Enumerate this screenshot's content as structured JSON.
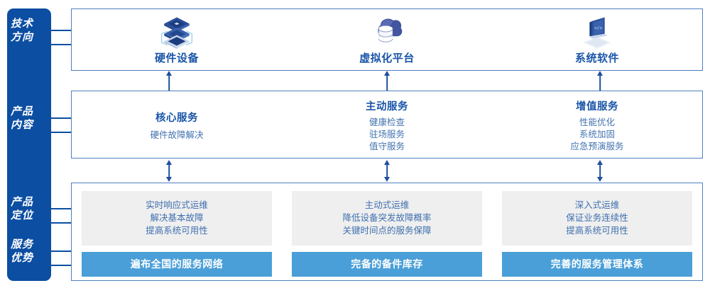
{
  "sidebar": {
    "items": [
      {
        "lines": [
          "技术",
          "方向"
        ]
      },
      {
        "lines": [
          "产品",
          "内容"
        ]
      },
      {
        "lines": [
          "产品",
          "定位"
        ]
      },
      {
        "lines": [
          "服务",
          "优势"
        ]
      }
    ],
    "color": "#0b4ea2"
  },
  "tech_section": {
    "columns": [
      {
        "icon": "server-stack-icon",
        "title": "硬件设备"
      },
      {
        "icon": "cloud-database-icon",
        "title": "虚拟化平台"
      },
      {
        "icon": "laptop-code-icon",
        "title": "系统软件"
      }
    ]
  },
  "content_section": {
    "columns": [
      {
        "title": "核心服务",
        "items": [
          "硬件故障解决"
        ]
      },
      {
        "title": "主动服务",
        "items": [
          "健康检查",
          "驻场服务",
          "值守服务"
        ]
      },
      {
        "title": "增值服务",
        "items": [
          "性能优化",
          "系统加固",
          "应急预演服务"
        ]
      }
    ]
  },
  "bottom_section": {
    "columns": [
      {
        "positioning": [
          "实时响应式运维",
          "解决基本故障",
          "提高系统可用性"
        ],
        "advantage": "遍布全国的服务网络"
      },
      {
        "positioning": [
          "主动式运维",
          "降低设备突发故障概率",
          "关键时间点的服务保障"
        ],
        "advantage": "完备的备件库存"
      },
      {
        "positioning": [
          "深入式运维",
          "保证业务连续性",
          "提高系统可用性"
        ],
        "advantage": "完善的服务管理体系"
      }
    ]
  },
  "colors": {
    "sidebar_blue": "#0b4ea2",
    "box_border": "#4e7fbf",
    "title_blue": "#1b55a8",
    "body_blue": "#4373b0",
    "gray_card": "#efefef",
    "accent_bar": "#4a9fd8",
    "arrow": "#1f4e9c"
  }
}
